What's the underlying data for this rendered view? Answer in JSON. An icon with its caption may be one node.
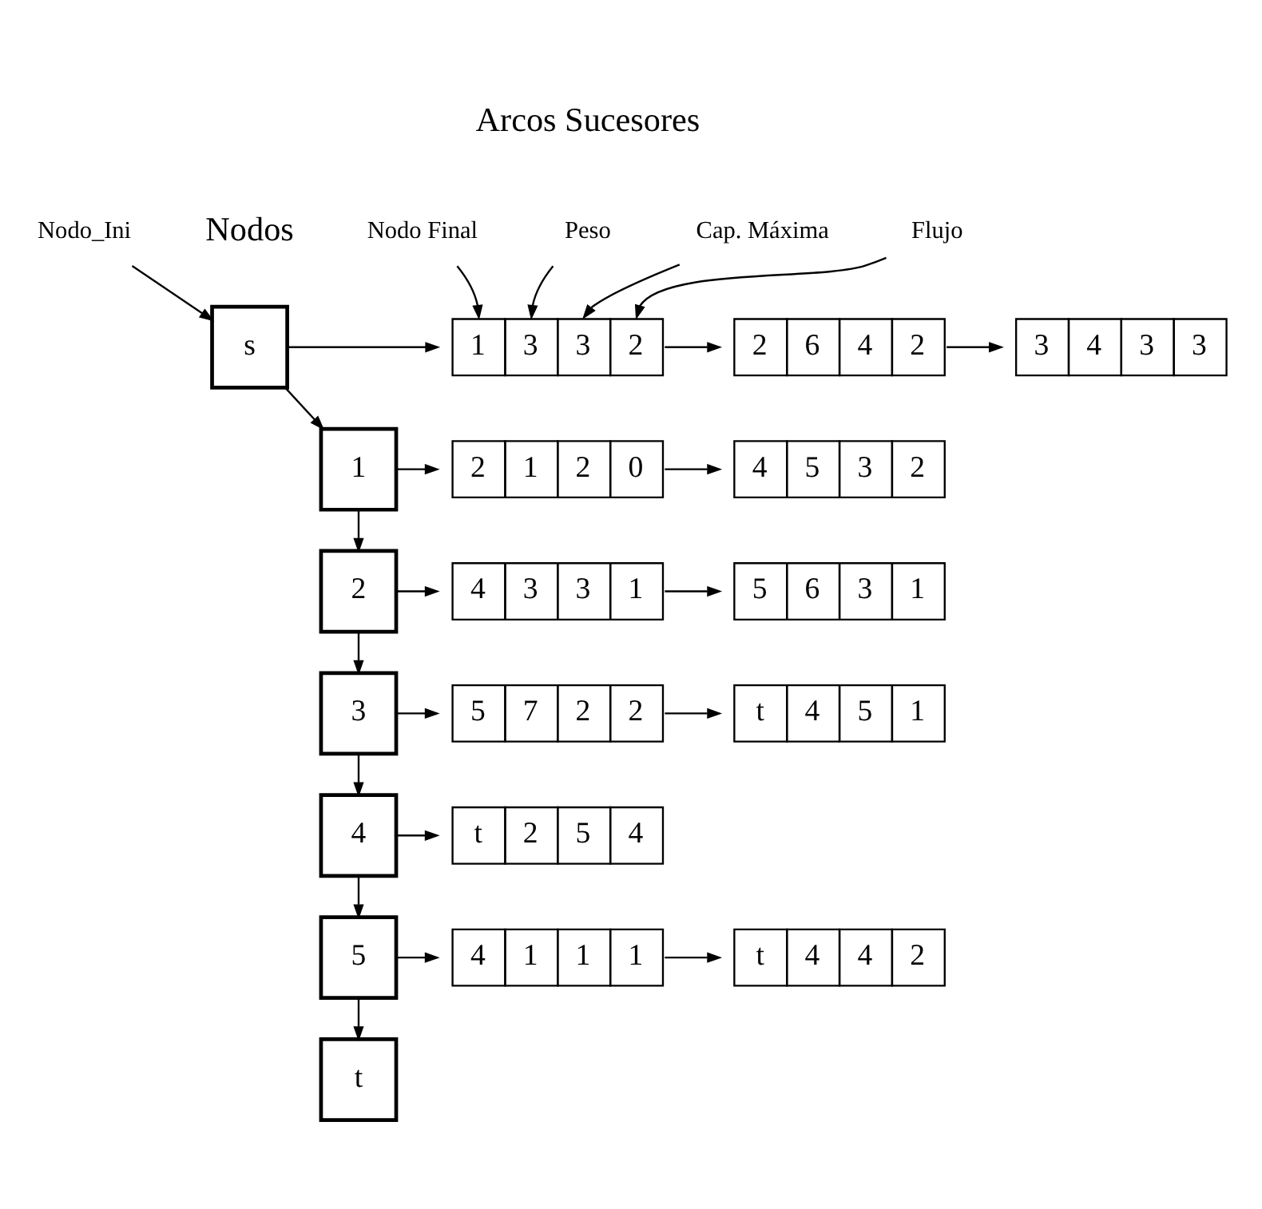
{
  "diagram": {
    "nodes": [
      {
        "text": [
          "Nodo_Ini"
        ]
      },
      {
        "text": [
          "s"
        ]
      },
      {
        "text": [
          "1"
        ]
      },
      {
        "text": [
          "2"
        ]
      },
      {
        "text": [
          "3"
        ]
      },
      {
        "text": [
          "4"
        ]
      },
      {
        "text": [
          "5"
        ]
      },
      {
        "text": [
          "t"
        ]
      },
      {
        "text": [
          "Nodo Final"
        ]
      },
      {
        "text": [
          "Peso"
        ]
      },
      {
        "text": [
          "Cap. Máxima"
        ]
      },
      {
        "text": [
          "Flujo"
        ]
      },
      {
        "text": [
          "1",
          "3",
          "3",
          "2"
        ]
      },
      {
        "text": [
          "2",
          "6",
          "4",
          "2"
        ]
      },
      {
        "text": [
          "3",
          "4",
          "3",
          "3"
        ]
      },
      {
        "text": [
          "2",
          "1",
          "2",
          "0"
        ]
      },
      {
        "text": [
          "4",
          "5",
          "3",
          "2"
        ]
      },
      {
        "text": [
          "4",
          "3",
          "3",
          "1"
        ]
      },
      {
        "text": [
          "5",
          "6",
          "3",
          "1"
        ]
      },
      {
        "text": [
          "5",
          "7",
          "2",
          "2"
        ]
      },
      {
        "text": [
          "t",
          "4",
          "5",
          "1"
        ]
      },
      {
        "text": [
          "t",
          "2",
          "5",
          "4"
        ]
      },
      {
        "text": [
          "4",
          "1",
          "1",
          "1"
        ]
      },
      {
        "text": [
          "t",
          "4",
          "4",
          "2"
        ]
      }
    ],
    "edges": [
      {
        "from": 0,
        "to": 1,
        "arrow": "to"
      },
      {
        "from": 1,
        "to": 2,
        "arrow": "to"
      },
      {
        "from": 2,
        "to": 3,
        "arrow": "to"
      },
      {
        "from": 3,
        "to": 4,
        "arrow": "to"
      },
      {
        "from": 4,
        "to": 5,
        "arrow": "to"
      },
      {
        "from": 5,
        "to": 6,
        "arrow": "to"
      },
      {
        "from": 6,
        "to": 7,
        "arrow": "to"
      },
      {
        "from": 8,
        "to": 12,
        "arrow": "to"
      },
      {
        "from": 9,
        "to": 12,
        "arrow": "to"
      },
      {
        "from": 10,
        "to": 12,
        "arrow": "to"
      },
      {
        "from": 11,
        "to": 12,
        "arrow": "to"
      },
      {
        "from": 1,
        "to": 12,
        "arrow": "to"
      },
      {
        "from": 12,
        "to": 13,
        "arrow": "to"
      },
      {
        "from": 13,
        "to": 14,
        "arrow": "to"
      },
      {
        "from": 2,
        "to": 15,
        "arrow": "to"
      },
      {
        "from": 15,
        "to": 16,
        "arrow": "to"
      },
      {
        "from": 3,
        "to": 17,
        "arrow": "to"
      },
      {
        "from": 17,
        "to": 18,
        "arrow": "to"
      },
      {
        "from": 4,
        "to": 19,
        "arrow": "to"
      },
      {
        "from": 19,
        "to": 20,
        "arrow": "to"
      },
      {
        "from": 5,
        "to": 21,
        "arrow": "to"
      },
      {
        "from": 6,
        "to": 22,
        "arrow": "to"
      },
      {
        "from": 22,
        "to": 23,
        "arrow": "to"
      }
    ],
    "labels": [
      "Arcos Sucesores",
      "Nodos"
    ]
  }
}
